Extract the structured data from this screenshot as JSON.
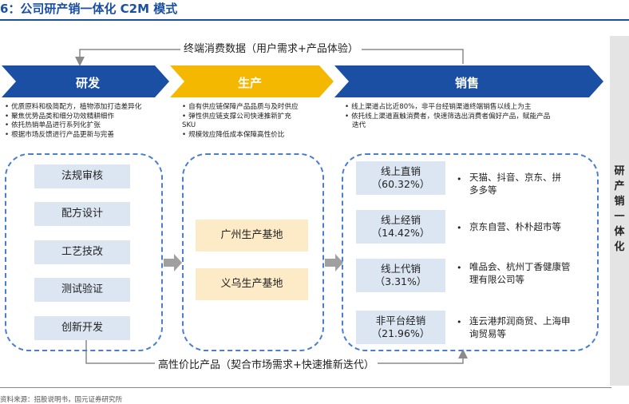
{
  "title": "6：公司研产销一体化 C2M 模式",
  "top_flow_label": "终端消费数据（用户需求+产品体验）",
  "bottom_flow_label": "高性价比产品（契合市场需求+快速推新迭代）",
  "stages": {
    "rd": {
      "label": "研发",
      "bullets": [
        "优质原料和极简配方，植物添加打造差异化",
        "聚焦优势品类和细分功效精耕细作",
        "依托热销单品进行系列化扩张",
        "根据市场反馈进行产品更新与完善"
      ],
      "steps": [
        "法规审核",
        "配方设计",
        "工艺技改",
        "测试验证",
        "创新开发"
      ]
    },
    "prod": {
      "label": "生产",
      "bullets": [
        "自有供应链保障产品品质与及时供应",
        "弹性供应链支撑公司快速推新扩充"
      ],
      "bullet_cont": "SKU",
      "bullets2": [
        "规模效应降低成本保障高性价比"
      ],
      "bases": [
        "广州生产基地",
        "义乌生产基地"
      ]
    },
    "sales": {
      "label": "销售",
      "bullets": [
        "线上渠道占比近80%，非平台经销渠道终端销售以线上为主",
        "依托线上渠道直触消费者，快速筛选出消费者偏好产品，赋能产品"
      ],
      "bullet_cont": "迭代",
      "channels": [
        {
          "name": "线上直销",
          "pct": "（60.32%）",
          "desc": [
            "天猫、抖音、京东、拼",
            "多多等"
          ]
        },
        {
          "name": "线上经销",
          "pct": "（14.42%）",
          "desc": [
            "京东自营、朴朴超市等"
          ]
        },
        {
          "name": "线上代销",
          "pct": "（3.31%）",
          "desc": [
            "唯品会、杭州丁香健康管",
            "理有限公司等"
          ]
        },
        {
          "name": "非平台经销",
          "pct": "（21.96%）",
          "desc": [
            "连云港邦润商贸、上海申",
            "询贸易等"
          ]
        }
      ]
    }
  },
  "side_label": [
    "研",
    "产",
    "销",
    "一",
    "体",
    "化"
  ],
  "source": "资料来源：招股说明书，国元证券研究所",
  "colors": {
    "blue": "#1a4fa3",
    "gold": "#f5b800",
    "dash": "#4a7fcf",
    "rd_box": "#dce6f2",
    "prod_box": "#fdebc8"
  }
}
